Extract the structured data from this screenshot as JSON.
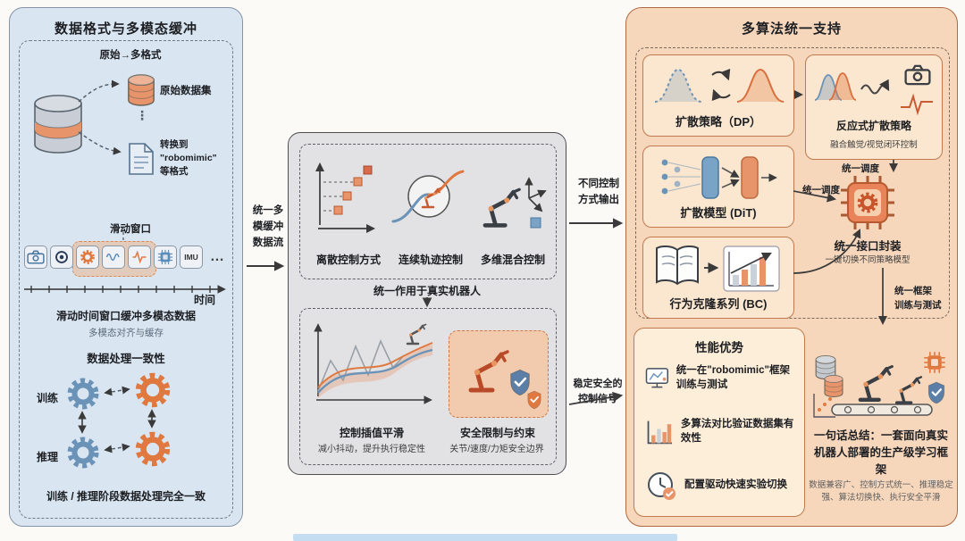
{
  "left": {
    "title": "数据格式与多模态缓冲",
    "format": {
      "header": "原始→多格式",
      "dataset": "原始数据集",
      "dots": "⋮",
      "convert": "转换到\n\"robomimic\"\n等格式"
    },
    "window": {
      "header": "滑动窗口",
      "imu": "IMU",
      "more": "…",
      "time": "时间",
      "caption": "滑动时间窗口缓冲多模态数据",
      "subcaption": "多模态对齐与缓存"
    },
    "consistency": {
      "title": "数据处理一致性",
      "train": "训练",
      "infer": "推理",
      "caption": "训练 / 推理阶段数据处理完全一致"
    }
  },
  "flows": {
    "left_to_middle": "统一多模缓冲数据流",
    "unify_robot": "统一作用于真实机器人",
    "top_out": "不同控制\n方式输出",
    "bottom_out": "稳定安全的\n控制信号"
  },
  "middle": {
    "controls": [
      "离散控制方式",
      "连续轨迹控制",
      "多维混合控制"
    ],
    "smooth": {
      "title": "控制插值平滑",
      "caption": "减小抖动，提升执行稳定性"
    },
    "safety": {
      "title": "安全限制与约束",
      "caption": "关节/速度/力矩安全边界"
    }
  },
  "right": {
    "title": "多算法统一支持",
    "dp": "扩散策略（DP）",
    "reactive": {
      "title": "反应式扩散策略",
      "caption": "融合触觉/视觉闭环控制"
    },
    "dit": "扩散模型 (DiT)",
    "bc": "行为克隆系列 (BC)",
    "schedule1": "统一调度",
    "schedule2": "统一调度",
    "interface": {
      "title": "统一接口封装",
      "caption": "一键切换不同策略模型"
    },
    "framework": "统一框架\n训练与测试",
    "performance": {
      "title": "性能优势",
      "items": [
        "统一在\"robomimic\"框架训练与测试",
        "多算法对比验证数据集有效性",
        "配置驱动快速实验切换"
      ]
    },
    "summary": {
      "title": "一句话总结：一套面向真实机器人部署的生产级学习框架",
      "caption": "数据兼容广、控制方式统一、推理稳定强、算法切换快、执行安全平滑"
    }
  }
}
